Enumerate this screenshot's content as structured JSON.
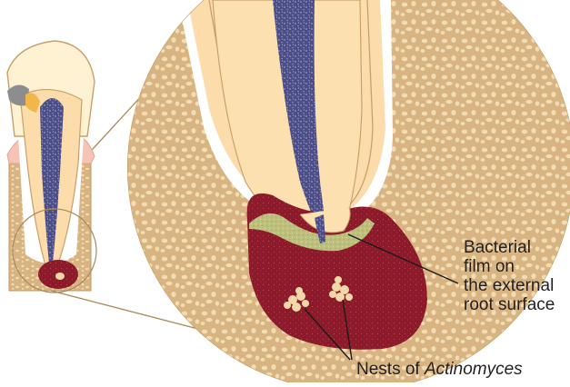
{
  "labels": {
    "bacterial_film": [
      "Bacterial",
      "film on",
      "the external",
      "root surface"
    ],
    "nests_prefix": "Nests of ",
    "nests_italic": "Actinomyces"
  },
  "colors": {
    "bone": "#d8b482",
    "bone_hole": "#f2dcb2",
    "bone_border": "#c29a62",
    "pdl_space": "#ffffff",
    "root_dentin": "#fbdcaa",
    "root_outline": "#c9a06c",
    "pulp_canal": "#4a4f8a",
    "granuloma": "#8c1a2b",
    "bacterial_film": "#bcc07c",
    "actinomyces": "#f0d8a8",
    "enamel": "#fff2d2",
    "gingiva": "#f4b7a8",
    "caries": "#8d8d8d",
    "leader_line": "#1a1a1a",
    "zoom_line": "#a98a5a"
  },
  "icons": {
    "overview_tooth": "tooth-overview-illustration",
    "magnified_apex": "magnified-root-apex-illustration"
  }
}
